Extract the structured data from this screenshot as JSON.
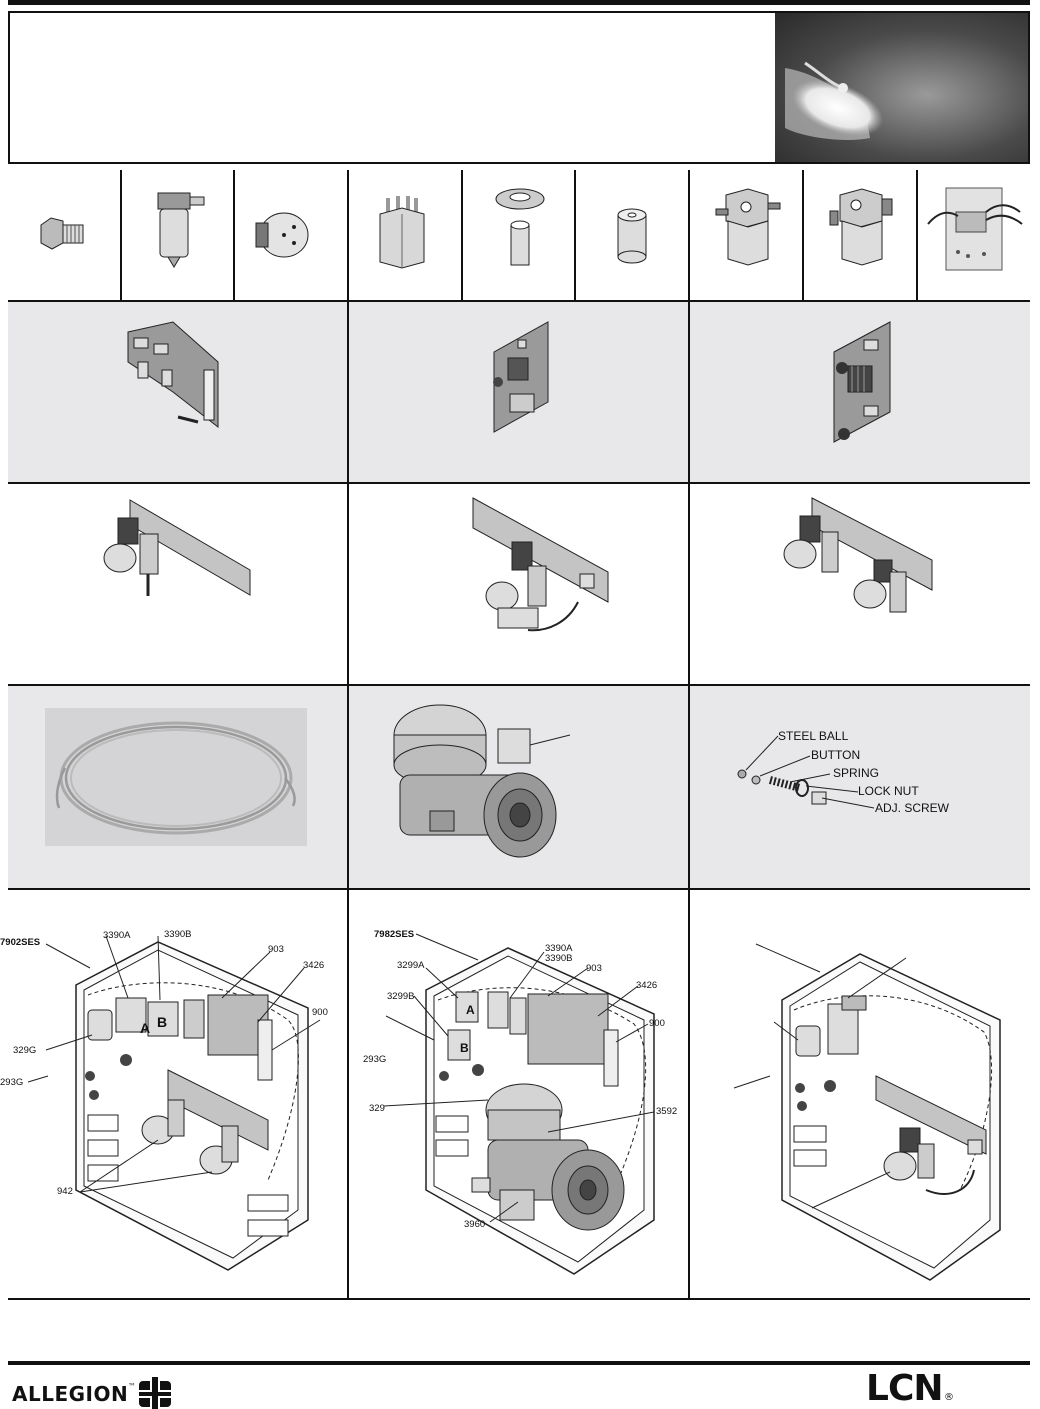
{
  "hardware_labels": [
    "STEEL BALL",
    "BUTTON",
    "SPRING",
    "LOCK NUT",
    "ADJ. SCREW"
  ],
  "diagram1": {
    "model": "7902SES",
    "callouts": [
      "3390A",
      "3390B",
      "903",
      "3426",
      "900",
      "329G",
      "293G",
      "942"
    ],
    "valve_a": "A",
    "valve_b": "B"
  },
  "diagram2": {
    "model": "7982SES",
    "callouts": [
      "3390A",
      "3390B",
      "3299A",
      "903",
      "3426",
      "3299B",
      "900",
      "293G",
      "329",
      "3592",
      "3960"
    ],
    "valve_a": "A",
    "valve_b": "B"
  },
  "footer": {
    "left_logo": "ALLEGION",
    "left_tm": "™",
    "right_logo": "LCN",
    "right_reg": "®"
  }
}
